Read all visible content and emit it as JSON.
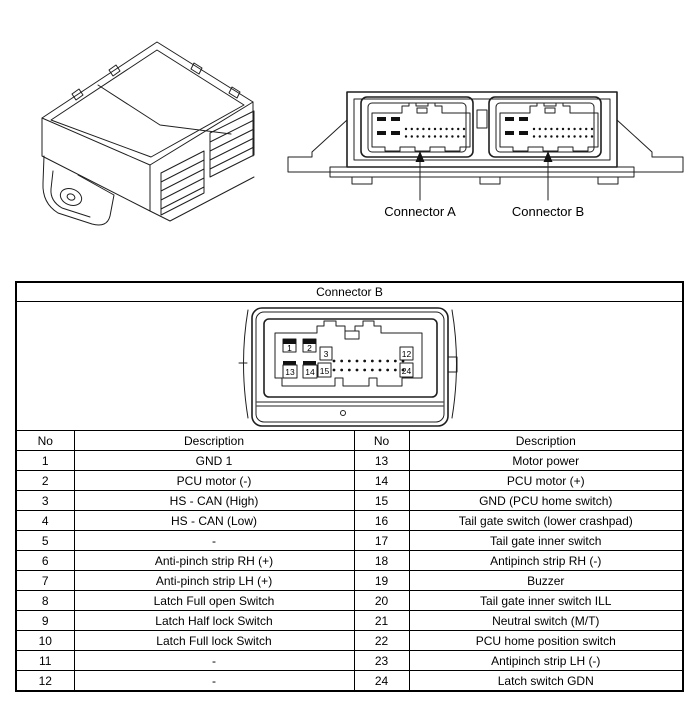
{
  "rear_view": {
    "connector_a_label": "Connector A",
    "connector_b_label": "Connector B"
  },
  "pinout_table": {
    "title": "Connector B",
    "pin_labels": [
      "1",
      "2",
      "3",
      "12",
      "13",
      "14",
      "15",
      "24"
    ],
    "headers": [
      "No",
      "Description",
      "No",
      "Description"
    ],
    "rows": [
      [
        "1",
        "GND 1",
        "13",
        "Motor power"
      ],
      [
        "2",
        "PCU motor (-)",
        "14",
        "PCU motor (+)"
      ],
      [
        "3",
        "HS - CAN (High)",
        "15",
        "GND (PCU home switch)"
      ],
      [
        "4",
        "HS - CAN (Low)",
        "16",
        "Tail gate switch (lower crashpad)"
      ],
      [
        "5",
        "-",
        "17",
        "Tail gate inner switch"
      ],
      [
        "6",
        "Anti-pinch strip RH (+)",
        "18",
        "Antipinch strip RH (-)"
      ],
      [
        "7",
        "Anti-pinch strip LH (+)",
        "19",
        "Buzzer"
      ],
      [
        "8",
        "Latch Full open Switch",
        "20",
        "Tail gate inner switch ILL"
      ],
      [
        "9",
        "Latch Half lock Switch",
        "21",
        "Neutral switch (M/T)"
      ],
      [
        "10",
        "Latch Full lock Switch",
        "22",
        "PCU home position switch"
      ],
      [
        "11",
        "-",
        "23",
        "Antipinch strip LH (-)"
      ],
      [
        "12",
        "-",
        "24",
        "Latch switch GDN"
      ]
    ]
  },
  "colors": {
    "line": "#1f1f1f",
    "background": "#ffffff"
  }
}
